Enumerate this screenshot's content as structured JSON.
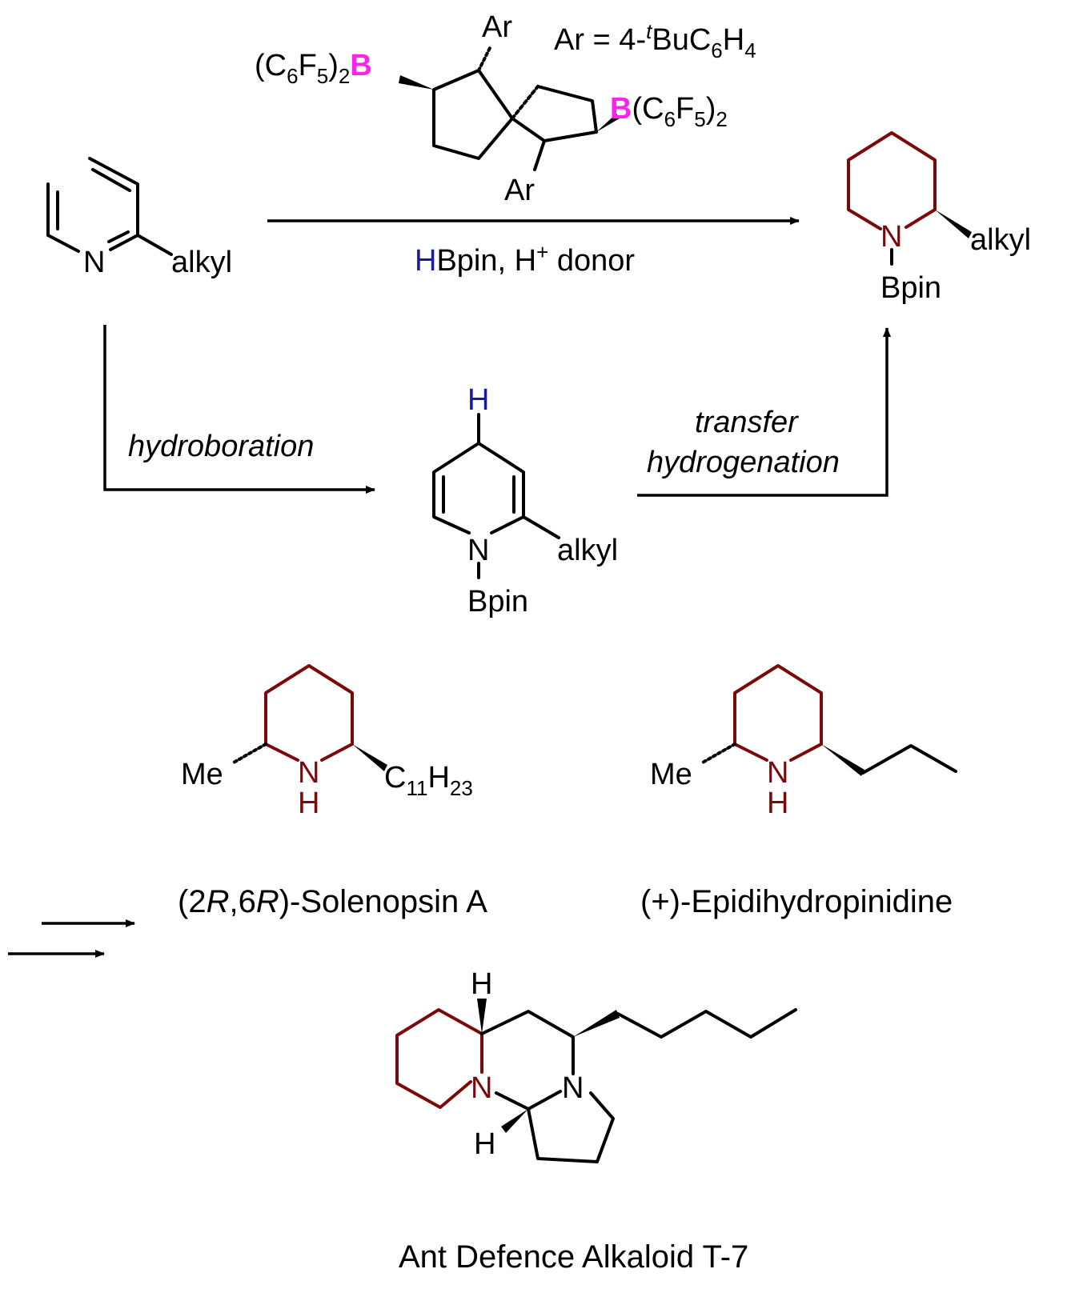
{
  "colors": {
    "ring": "#7a0a0a",
    "boron": "#ff22ee",
    "hydrogen": "#1a1aa0",
    "ink": "#000000"
  },
  "catalyst": {
    "ar_top": "Ar",
    "ar_bottom": "Ar",
    "ar_def_a": "Ar = 4-",
    "ar_def_t": "t",
    "ar_def_b": "BuC",
    "ar_def_6": "6",
    "ar_def_h": "H",
    "ar_def_4": "4",
    "b_left_pre": "(C",
    "b_left_6": "6",
    "b_left_f": "F",
    "b_left_5": "5",
    "b_left_close": ")",
    "b_left_2": "2",
    "b_symbol": "B",
    "b_right_pre": "(C",
    "b_right_6": "6",
    "b_right_f": "F",
    "b_right_5": "5",
    "b_right_close": ")",
    "b_right_2": "2"
  },
  "start": {
    "n": "N",
    "alkyl": "alkyl"
  },
  "reagents": {
    "h": "H",
    "bpin": "Bpin, H",
    "plus": "+",
    "donor": " donor"
  },
  "product": {
    "n": "N",
    "alkyl": "alkyl",
    "bpin": "Bpin"
  },
  "intermediate": {
    "h": "H",
    "n": "N",
    "alkyl": "alkyl",
    "bpin": "Bpin"
  },
  "steps": {
    "hydroboration": "hydroboration",
    "transfer": "transfer",
    "hydrogenation": "hydrogenation"
  },
  "solenopsin": {
    "me": "Me",
    "n": "N",
    "h": "H",
    "c": "C",
    "c_sub": "11",
    "h2": "H",
    "h_sub": "23",
    "name_a": "(2",
    "name_r1": "R",
    "name_b": ",6",
    "name_r2": "R",
    "name_c": ")-Solenopsin A"
  },
  "epidihydropinidine": {
    "me": "Me",
    "n": "N",
    "h": "H",
    "name": "(+)-Epidihydropinidine"
  },
  "t7": {
    "h_top": "H",
    "n1": "N",
    "n2": "N",
    "h_bottom": "H",
    "name": "Ant Defence Alkaloid T-7"
  }
}
